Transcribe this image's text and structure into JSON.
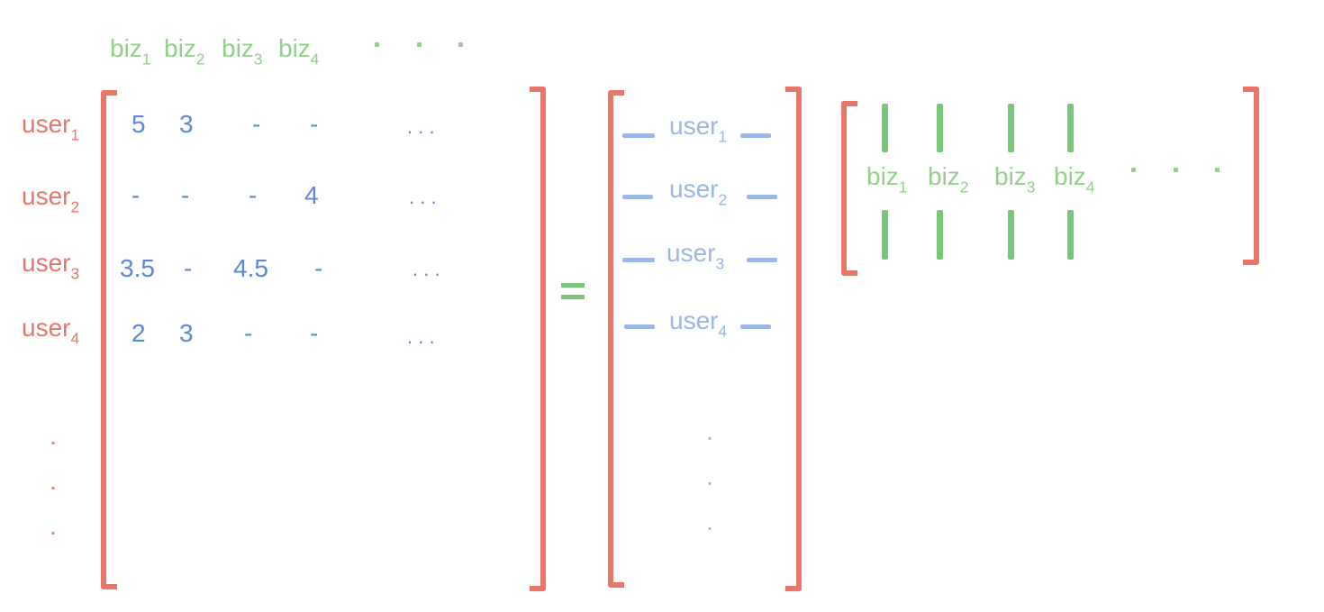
{
  "rating_matrix": {
    "col_headers": [
      {
        "base": "biz",
        "sub": "1"
      },
      {
        "base": "biz",
        "sub": "2"
      },
      {
        "base": "biz",
        "sub": "3"
      },
      {
        "base": "biz",
        "sub": "4"
      }
    ],
    "row_headers": [
      {
        "base": "user",
        "sub": "1"
      },
      {
        "base": "user",
        "sub": "2"
      },
      {
        "base": "user",
        "sub": "3"
      },
      {
        "base": "user",
        "sub": "4"
      }
    ],
    "rows": [
      [
        "5",
        "3",
        "-",
        "-"
      ],
      [
        "-",
        "-",
        "-",
        "4"
      ],
      [
        "3.5",
        "-",
        "4.5",
        "-"
      ],
      [
        "2",
        "3",
        "-",
        "-"
      ]
    ],
    "row_ellipsis": ". . .",
    "col_ellipsis_dot": "."
  },
  "user_matrix": {
    "rows": [
      {
        "base": "user",
        "sub": "1"
      },
      {
        "base": "user",
        "sub": "2"
      },
      {
        "base": "user",
        "sub": "3"
      },
      {
        "base": "user",
        "sub": "4"
      }
    ],
    "vdot": "."
  },
  "biz_matrix": {
    "cols": [
      {
        "base": "biz",
        "sub": "1"
      },
      {
        "base": "biz",
        "sub": "2"
      },
      {
        "base": "biz",
        "sub": "3"
      },
      {
        "base": "biz",
        "sub": "4"
      }
    ]
  },
  "colors": {
    "bracket": "#e8776a",
    "user_label": "#e8776a",
    "rating_value": "#5e87d7",
    "user_vector": "#9cb6e8",
    "biz_label": "#93d08c",
    "biz_bar": "#79c77a"
  }
}
